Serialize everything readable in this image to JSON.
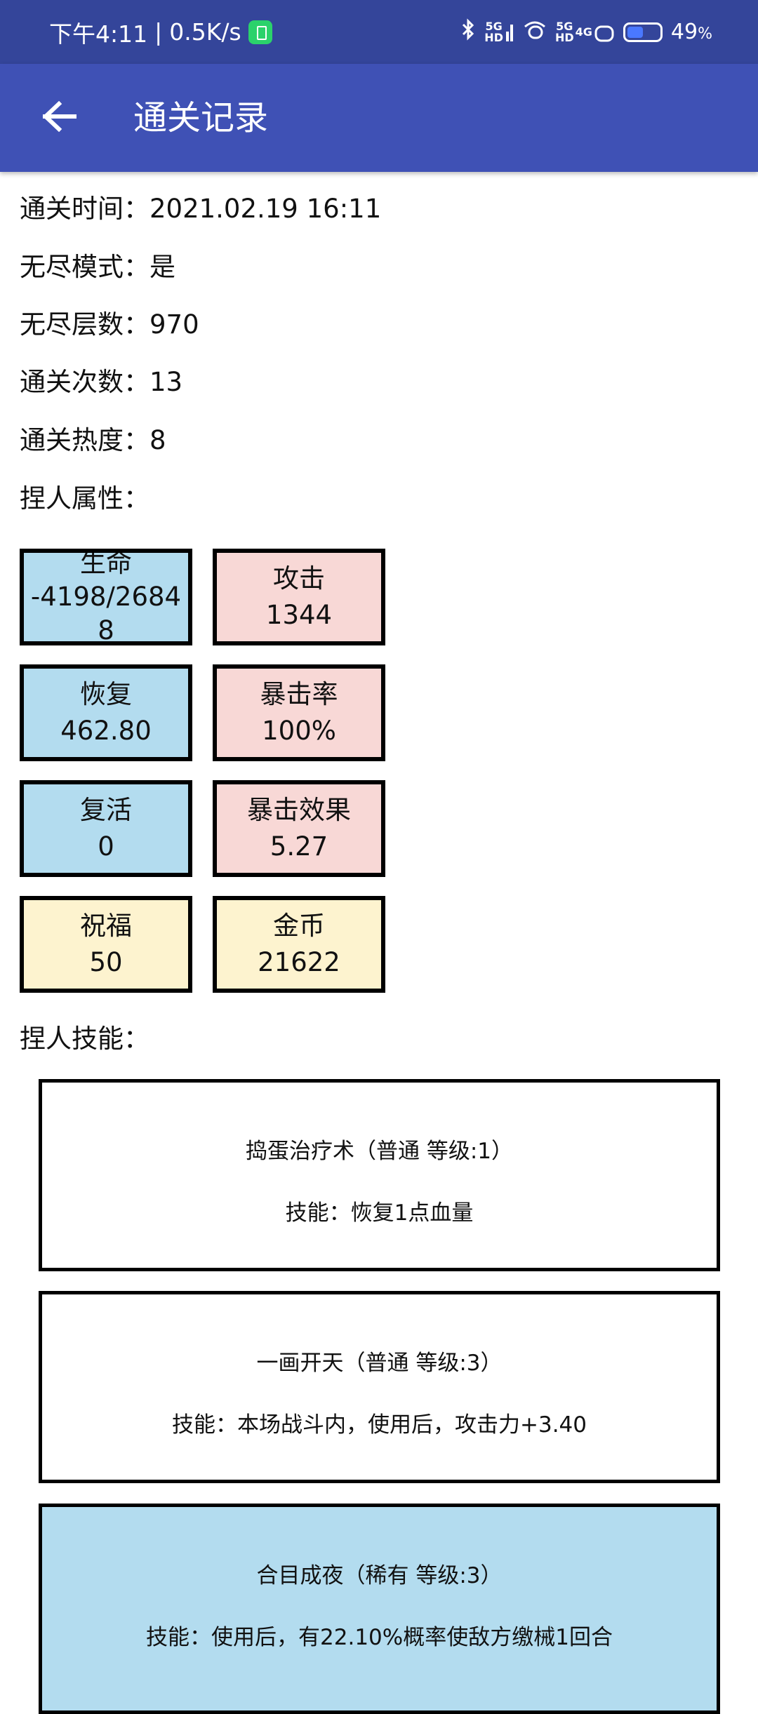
{
  "status_bar": {
    "time": "下午4:11",
    "speed": "0.5K/s",
    "sig1_top": "5G",
    "sig1_bottom": "HD",
    "sig2_top": "5G",
    "sig2_bottom": "HD",
    "sim2_label": "4G",
    "battery_percent": "49",
    "battery_unit": "%",
    "battery_level": 0.49
  },
  "app_bar": {
    "title": "通关记录"
  },
  "info": {
    "clear_time": "通关时间：2021.02.19 16:11",
    "endless_mode": "无尽模式：是",
    "endless_floors": "无尽层数：970",
    "clear_count": "通关次数：13",
    "clear_heat": "通关热度：8",
    "attributes_heading": "捏人属性："
  },
  "attributes": [
    {
      "label": "生命",
      "value": "-4198/26848"
    },
    {
      "label": "攻击",
      "value": "1344"
    },
    {
      "label": "恢复",
      "value": "462.80"
    },
    {
      "label": "暴击率",
      "value": "100%"
    },
    {
      "label": "复活",
      "value": "0"
    },
    {
      "label": "暴击效果",
      "value": "5.27"
    },
    {
      "label": "祝福",
      "value": "50"
    },
    {
      "label": "金币",
      "value": "21622"
    }
  ],
  "colors": {
    "blue_box": "#b3dcef",
    "pink_box": "#f8d8d6",
    "yellow_box": "#fdf3cf",
    "rare_card": "#b3dcef",
    "normal_card": "#ffffff",
    "app_bar": "#3f51b5",
    "status_bar": "#34459a"
  },
  "skills_heading": "捏人技能：",
  "skills": [
    {
      "name": "捣蛋治疗术（普通 等级:1）",
      "desc": "技能：恢复1点血量"
    },
    {
      "name": "一画开天（普通 等级:3）",
      "desc": "技能：本场战斗内，使用后，攻击力+3.40"
    },
    {
      "name": "合目成夜（稀有 等级:3）",
      "desc": "技能：使用后，有22.10%概率使敌方缴械1回合"
    }
  ]
}
